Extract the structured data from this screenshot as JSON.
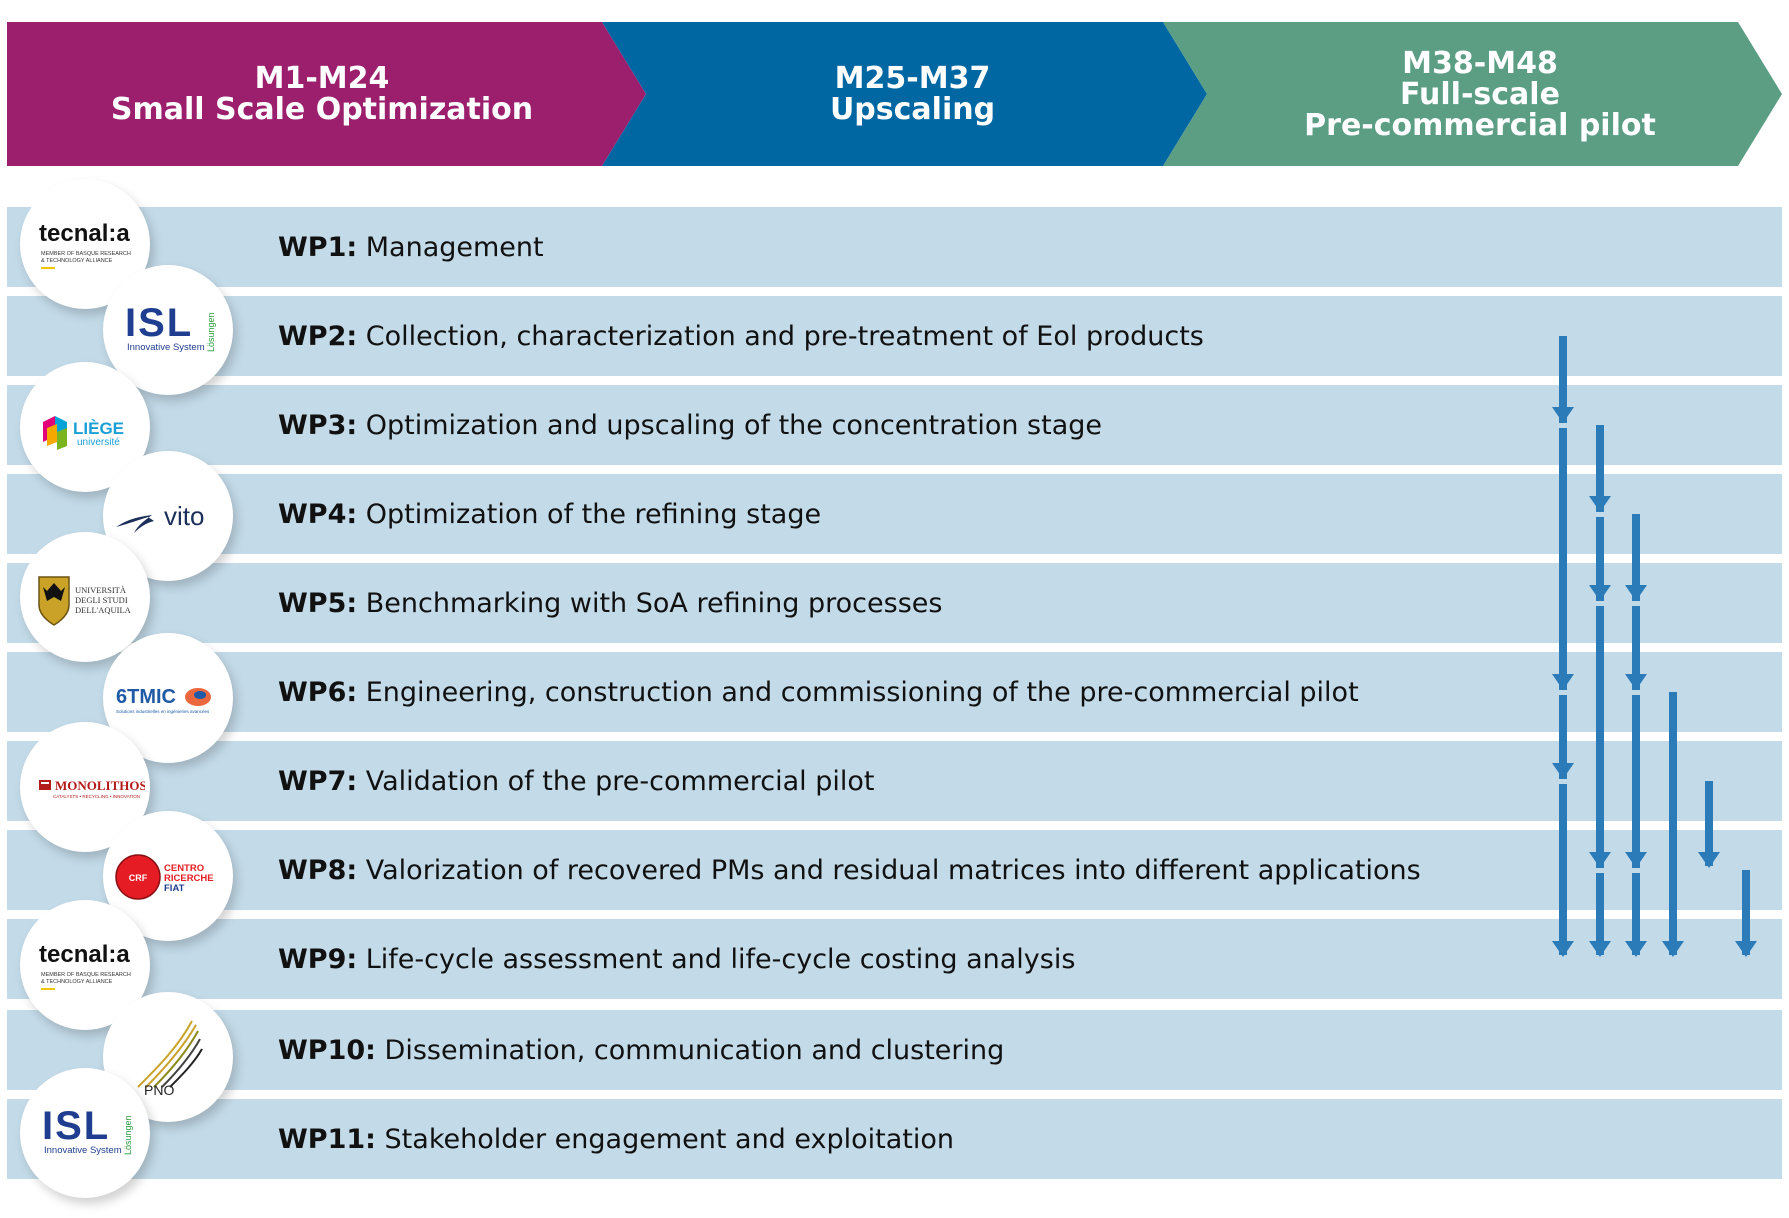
{
  "phases": [
    {
      "lines": [
        "M1-M24",
        "Small Scale Optimization"
      ],
      "color": "#9c1f6e"
    },
    {
      "lines": [
        "M25-M37",
        "Upscaling"
      ],
      "color": "#0067a3"
    },
    {
      "lines": [
        "M38-M48",
        "Full-scale",
        "Pre-commercial pilot"
      ],
      "color": "#5b9e84"
    }
  ],
  "work_packages": [
    {
      "id": "WP1:",
      "title": "Management",
      "logo": "tecnalia"
    },
    {
      "id": "WP2:",
      "title": "Collection, characterization and pre-treatment of Eol products",
      "logo": "isl"
    },
    {
      "id": "WP3:",
      "title": "Optimization and upscaling of the concentration stage",
      "logo": "liege"
    },
    {
      "id": "WP4:",
      "title": "Optimization of the refining stage",
      "logo": "vito"
    },
    {
      "id": "WP5:",
      "title": "Benchmarking with SoA refining processes",
      "logo": "aquila"
    },
    {
      "id": "WP6:",
      "title": "Engineering, construction and commissioning of the pre-commercial pilot",
      "logo": "6tmic"
    },
    {
      "id": "WP7:",
      "title": "Validation of the pre-commercial pilot",
      "logo": "monolithos"
    },
    {
      "id": "WP8:",
      "title": "Valorization of recovered PMs and residual matrices into different applications",
      "logo": "crf"
    },
    {
      "id": "WP9:",
      "title": "Life-cycle assessment and life-cycle costing analysis",
      "logo": "tecnalia"
    },
    {
      "id": "WP10:",
      "title": "Dissemination, communication and clustering",
      "logo": "pno"
    },
    {
      "id": "WP11:",
      "title": "Stakeholder engagement and exploitation",
      "logo": "isl"
    }
  ],
  "logo_text": {
    "tecnalia": {
      "name": "tecnal:a",
      "sub1": "MEMBER OF BASQUE RESEARCH",
      "sub2": "& TECHNOLOGY ALLIANCE"
    },
    "isl": {
      "name": "ISL",
      "sub": "Innovative System",
      "side": "Lösungen"
    },
    "liege": {
      "name": "LIÈGE",
      "sub": "université"
    },
    "vito": {
      "name": "vito"
    },
    "aquila": {
      "line1": "UNIVERSITÀ",
      "line2": "DEGLI STUDI",
      "line3": "DELL'AQUILA"
    },
    "6tmic": {
      "name": "6TMIC",
      "sub": "Solutions industrielles en ingénieries avancées"
    },
    "monolithos": {
      "name": "MONOLITHOS",
      "sub": "CATALYSTS • RECYCLING • INNOVATION"
    },
    "crf": {
      "badge": "CRF",
      "line1": "CENTRO",
      "line2": "RICERCHE",
      "line3": "FIAT"
    },
    "pno": {
      "name": "PNO"
    }
  },
  "flow_arrows": [
    {
      "from": "WP2",
      "to": [
        "WP3",
        "WP6",
        "WP7",
        "WP9"
      ]
    },
    {
      "from": "WP3",
      "to": [
        "WP4",
        "WP5",
        "WP8",
        "WP9"
      ]
    },
    {
      "from": "WP4",
      "to": [
        "WP5",
        "WP6",
        "WP8",
        "WP9"
      ]
    },
    {
      "from": "WP6",
      "to": [
        "WP9"
      ]
    },
    {
      "from": "WP7",
      "to": [
        "WP8"
      ]
    },
    {
      "from": "WP8",
      "to": [
        "WP9"
      ]
    }
  ],
  "colors": {
    "row_bg": "#c3dae8",
    "arrow": "#2b7bb9"
  }
}
